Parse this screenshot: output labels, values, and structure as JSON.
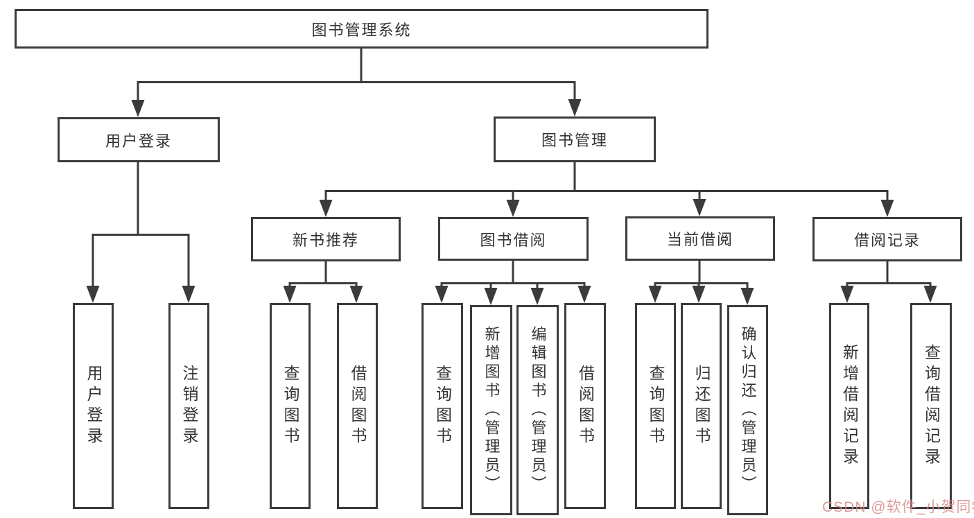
{
  "diagram": {
    "colors": {
      "line": "#3b3b3b",
      "text": "#333333",
      "background": "#ffffff",
      "watermark_pink": "#d68c86"
    },
    "nodes": {
      "root": "图书管理系统",
      "user_login": "用户登录",
      "book_mgmt": "图书管理",
      "new_book_rec": "新书推荐",
      "book_borrow": "图书借阅",
      "current_borrow": "当前借阅",
      "borrow_records": "借阅记录",
      "leaf_user_login": "用户登录",
      "leaf_logout": "注销登录",
      "leaf_query_book_rec": "查询图书",
      "leaf_borrow_book_rec": "借阅图书",
      "leaf_query_book_borrow": "查询图书",
      "leaf_add_book_admin": "新增图书（管理员）",
      "leaf_edit_book_admin": "编辑图书（管理员）",
      "leaf_borrow_book_borrow": "借阅图书",
      "leaf_query_book_current": "查询图书",
      "leaf_return_book": "归还图书",
      "leaf_confirm_return_admin": "确认归还（管理员）",
      "leaf_add_borrow_record": "新增借阅记录",
      "leaf_query_borrow_record": "查询借阅记录"
    },
    "watermark": "CSDN @软件_小贺同学"
  }
}
